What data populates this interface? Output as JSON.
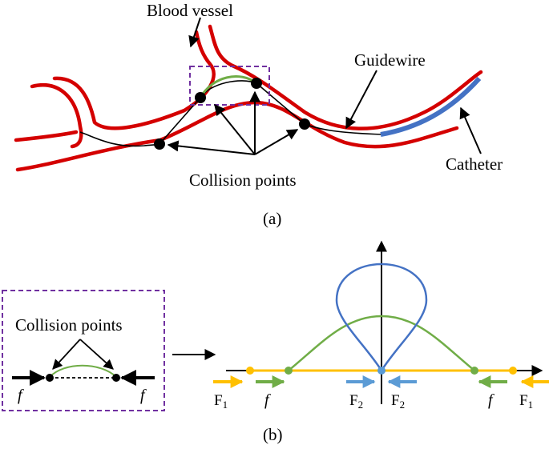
{
  "panel_a": {
    "caption": "(a)",
    "labels": {
      "blood_vessel": "Blood vessel",
      "guidewire": "Guidewire",
      "catheter": "Catheter",
      "collision_points": "Collision points"
    }
  },
  "panel_b": {
    "caption": "(b)",
    "inset": {
      "title": "Collision points",
      "force_left": "f",
      "force_right": "f"
    },
    "forces": {
      "f1_main": "F",
      "f1_sub": "1",
      "f_symbol": "f",
      "f2_main": "F",
      "f2_sub": "2"
    }
  },
  "colors": {
    "vessel": "#d40000",
    "guidewire": "#000000",
    "catheter": "#4472c4",
    "green_bend": "#70ad47",
    "blue_loop": "#4472c4",
    "yellow_force": "#ffc000",
    "inset_border": "#7030a0"
  }
}
